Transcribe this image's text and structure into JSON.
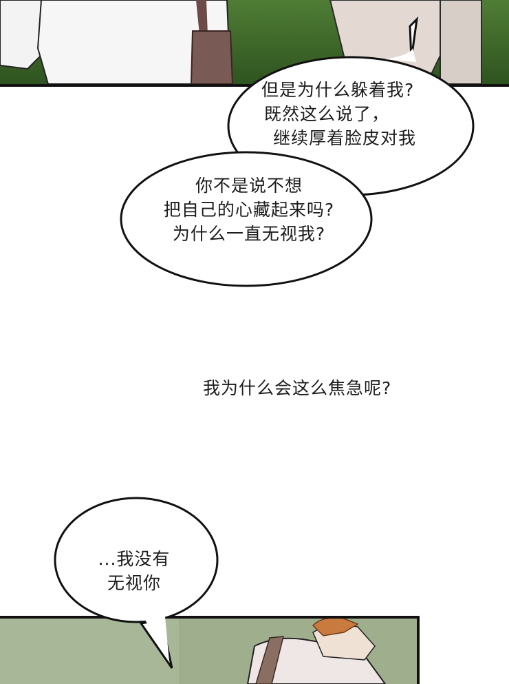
{
  "bubbles": [
    {
      "lines": [
        "但是为什么躲着我?",
        "既然这么说了，",
        "继续厚着脸皮对我"
      ]
    },
    {
      "lines": [
        "你不是说不想",
        "把自己的心藏起来吗?",
        "为什么一直无视我?"
      ]
    },
    {
      "lines": [
        "...我没有",
        "无视你"
      ]
    }
  ],
  "narration": {
    "text": "我为什么会这么焦急呢?"
  },
  "colors": {
    "outline": "#111111",
    "foliage": "#3f6b2b",
    "skin": "#efe1d4",
    "hair": "#c97a3f",
    "bag": "#7a5a55"
  }
}
